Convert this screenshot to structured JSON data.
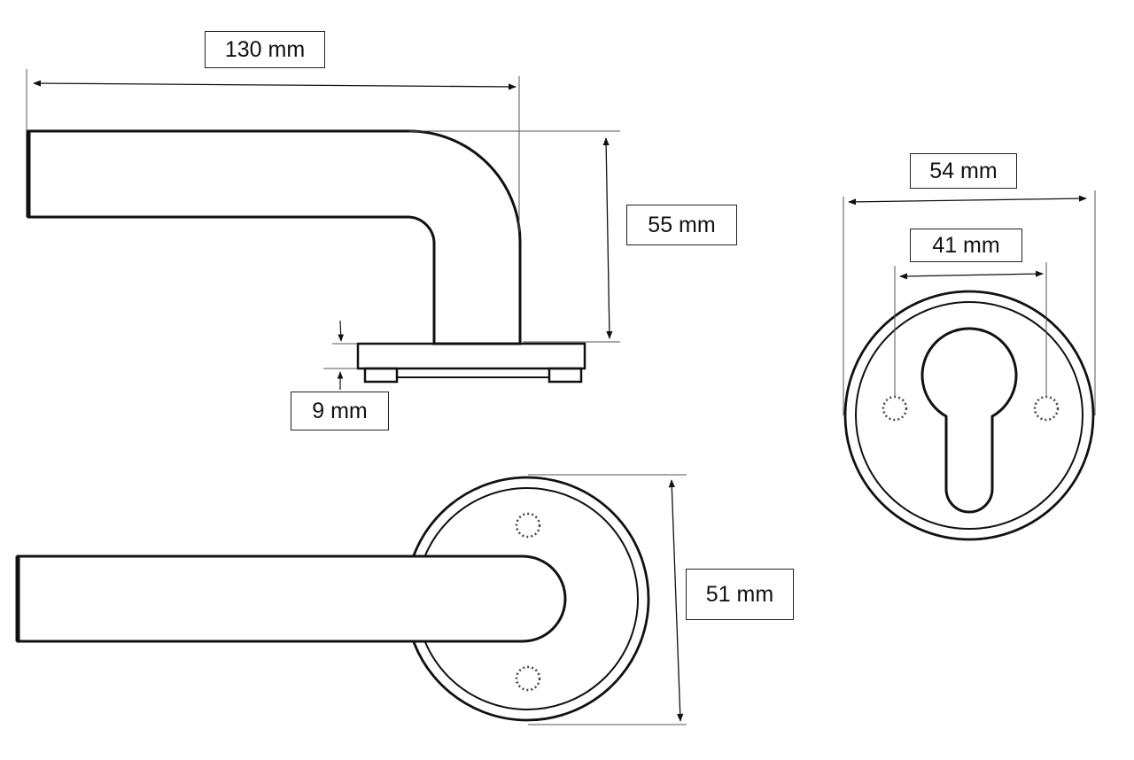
{
  "dimensions": {
    "handle_length": "130 mm",
    "handle_height": "55 mm",
    "rose_thickness": "9 mm",
    "rose_diameter_front": "51 mm",
    "escutcheon_outer": "54 mm",
    "escutcheon_hole_spacing": "41 mm"
  }
}
